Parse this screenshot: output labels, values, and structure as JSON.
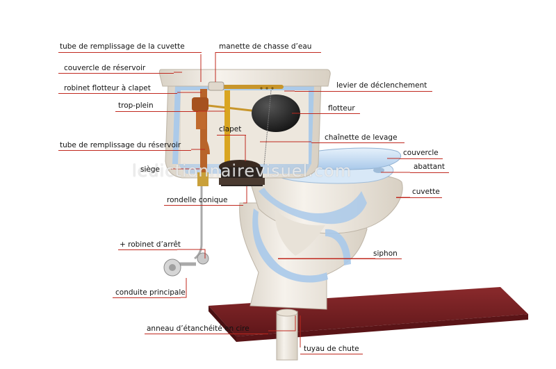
{
  "watermark": "ledictionnairevisuel.com",
  "colors": {
    "leader": "#c0281e",
    "porcelain": "#f1ece4",
    "water_section": "#a9c9ea",
    "floor": "#7a1f22"
  },
  "labels": {
    "tube_remplissage_cuvette": "tube de remplissage de la cuvette",
    "couvercle_reservoir": "couvercle de réservoir",
    "robinet_flotteur": "robinet flotteur à clapet",
    "trop_plein": "trop-plein",
    "tube_remplissage_reservoir": "tube de remplissage du réservoir",
    "siege": "siège",
    "rondelle_conique": "rondelle conique",
    "robinet_arret": "+ robinet d’arrêt",
    "conduite_principale": "conduite principale",
    "anneau_etancheite": "anneau d’étanchéité en cire",
    "tuyau_chute": "tuyau de chute",
    "manette": "manette de chasse d’eau",
    "levier": "levier de déclenchement",
    "flotteur": "flotteur",
    "clapet": "clapet",
    "chainette": "chaînette de levage",
    "couvercle": "couvercle",
    "abattant": "abattant",
    "cuvette": "cuvette",
    "siphon": "siphon"
  }
}
